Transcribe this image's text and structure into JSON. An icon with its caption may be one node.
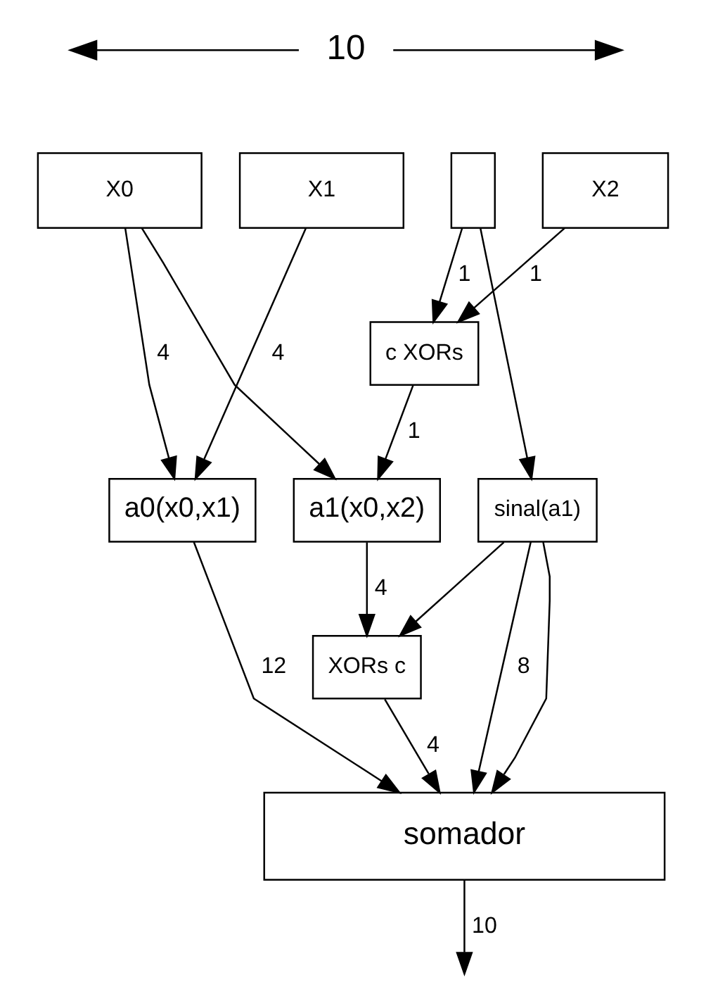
{
  "diagram": {
    "nodes": [
      {
        "text": [
          "X0"
        ]
      },
      {
        "text": [
          "X1"
        ]
      },
      {
        "text": [],
        "shape": "box"
      },
      {
        "text": [
          "X2"
        ]
      },
      {
        "text": [
          "c XORs"
        ]
      },
      {
        "text": [
          "a0(x0,x1)"
        ]
      },
      {
        "text": [
          "a1(x0,x2)"
        ]
      },
      {
        "text": [
          "sinal(a1)"
        ]
      },
      {
        "text": [
          "XORs c"
        ]
      },
      {
        "text": [
          "somador"
        ]
      }
    ],
    "edges": [
      {
        "from": 0,
        "to": 5,
        "arrow": "to",
        "label": "4"
      },
      {
        "from": 0,
        "to": 6,
        "arrow": "to"
      },
      {
        "from": 1,
        "to": 5,
        "arrow": "to",
        "label": "4"
      },
      {
        "from": 2,
        "to": 4,
        "arrow": "to",
        "label": "1"
      },
      {
        "from": 2,
        "to": 7,
        "arrow": "to"
      },
      {
        "from": 3,
        "to": 4,
        "arrow": "to",
        "label": "1"
      },
      {
        "from": 4,
        "to": 6,
        "arrow": "to",
        "label": "1"
      },
      {
        "from": 5,
        "to": 9,
        "arrow": "to",
        "label": "12"
      },
      {
        "from": 6,
        "to": 8,
        "arrow": "to",
        "label": "4"
      },
      {
        "from": 7,
        "to": 8,
        "arrow": "to"
      },
      {
        "from": 7,
        "to": 9,
        "arrow": "to",
        "label": "8"
      },
      {
        "from": 8,
        "to": 9,
        "arrow": "to",
        "label": "4"
      },
      {
        "from": 7,
        "to": 9,
        "arrow": "to"
      },
      {
        "from": 9,
        "to": null,
        "arrow": "to",
        "label": "10"
      }
    ],
    "labels": [
      "10"
    ]
  }
}
